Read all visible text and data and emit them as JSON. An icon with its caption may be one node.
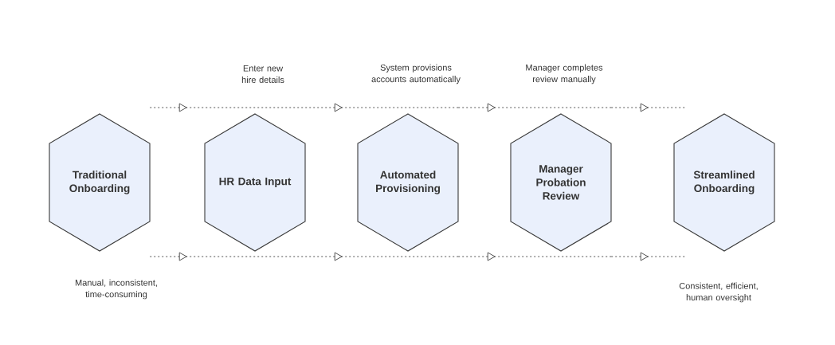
{
  "diagram": {
    "nodes": [
      {
        "text": [
          "Traditional Onboarding"
        ],
        "beside": [
          "Manual, inconsistent, time-consuming"
        ]
      },
      {
        "text": [
          "HR Data Input"
        ],
        "beside": [
          "Enter new hire details"
        ]
      },
      {
        "text": [
          "Automated Provisioning"
        ],
        "beside": [
          "System provisions accounts automatically"
        ]
      },
      {
        "text": [
          "Manager Probation Review"
        ],
        "beside": [
          "Manager completes review manually"
        ]
      },
      {
        "text": [
          "Streamlined Onboarding"
        ],
        "beside": [
          "Consistent, efficient, human oversight"
        ]
      }
    ],
    "edges": [
      {
        "from": 0,
        "to": 1,
        "arrow": "to",
        "style": "dashed"
      },
      {
        "from": 1,
        "to": 2,
        "arrow": "to",
        "style": "dashed"
      },
      {
        "from": 2,
        "to": 3,
        "arrow": "to",
        "style": "dashed"
      },
      {
        "from": 3,
        "to": 4,
        "arrow": "to",
        "style": "dashed"
      },
      {
        "from": 0,
        "to": 1,
        "arrow": "to",
        "style": "dashed"
      },
      {
        "from": 1,
        "to": 2,
        "arrow": "to",
        "style": "dashed"
      },
      {
        "from": 2,
        "to": 3,
        "arrow": "to",
        "style": "dashed"
      },
      {
        "from": 3,
        "to": 4,
        "arrow": "to",
        "style": "dashed"
      }
    ]
  }
}
